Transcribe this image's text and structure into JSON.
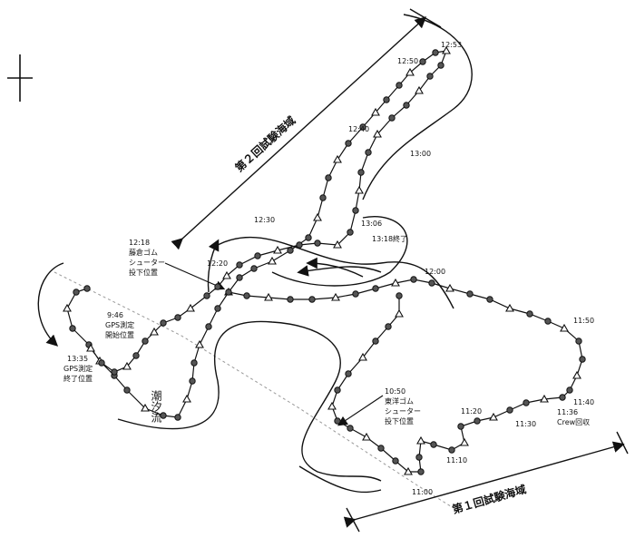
{
  "north_mark": "north-arrow",
  "zones": {
    "round2": "第２回試験海域",
    "round1": "第１回試験海域"
  },
  "times": {
    "t1253": "12:53",
    "t1250": "12:50",
    "t1240": "12:40",
    "t1300": "13:00",
    "t1230": "12:30",
    "t1306": "13:06",
    "t1318": "13:18終了",
    "t1220": "12:20",
    "t1200": "12:00",
    "t1150": "11:50",
    "t1140": "11:40",
    "t1130": "11:30",
    "t1120": "11:20",
    "t1110": "11:10",
    "t1100": "11:00"
  },
  "notes": {
    "launch2_time": "12:18",
    "launch2_line1": "藤倉ゴム",
    "launch2_line2": "シューター",
    "launch2_line3": "投下位置",
    "gps_start_time": "9:46",
    "gps_start_line1": "GPS測定",
    "gps_start_line2": "開始位置",
    "gps_end_time": "13:35",
    "gps_end_line1": "GPS測定",
    "gps_end_line2": "終了位置",
    "launch1_time": "10:50",
    "launch1_line1": "東洋ゴム",
    "launch1_line2": "シューター",
    "launch1_line3": "投下位置",
    "recover_time": "11:36",
    "recover_line": "Crew回収",
    "current": "潮汐流"
  }
}
